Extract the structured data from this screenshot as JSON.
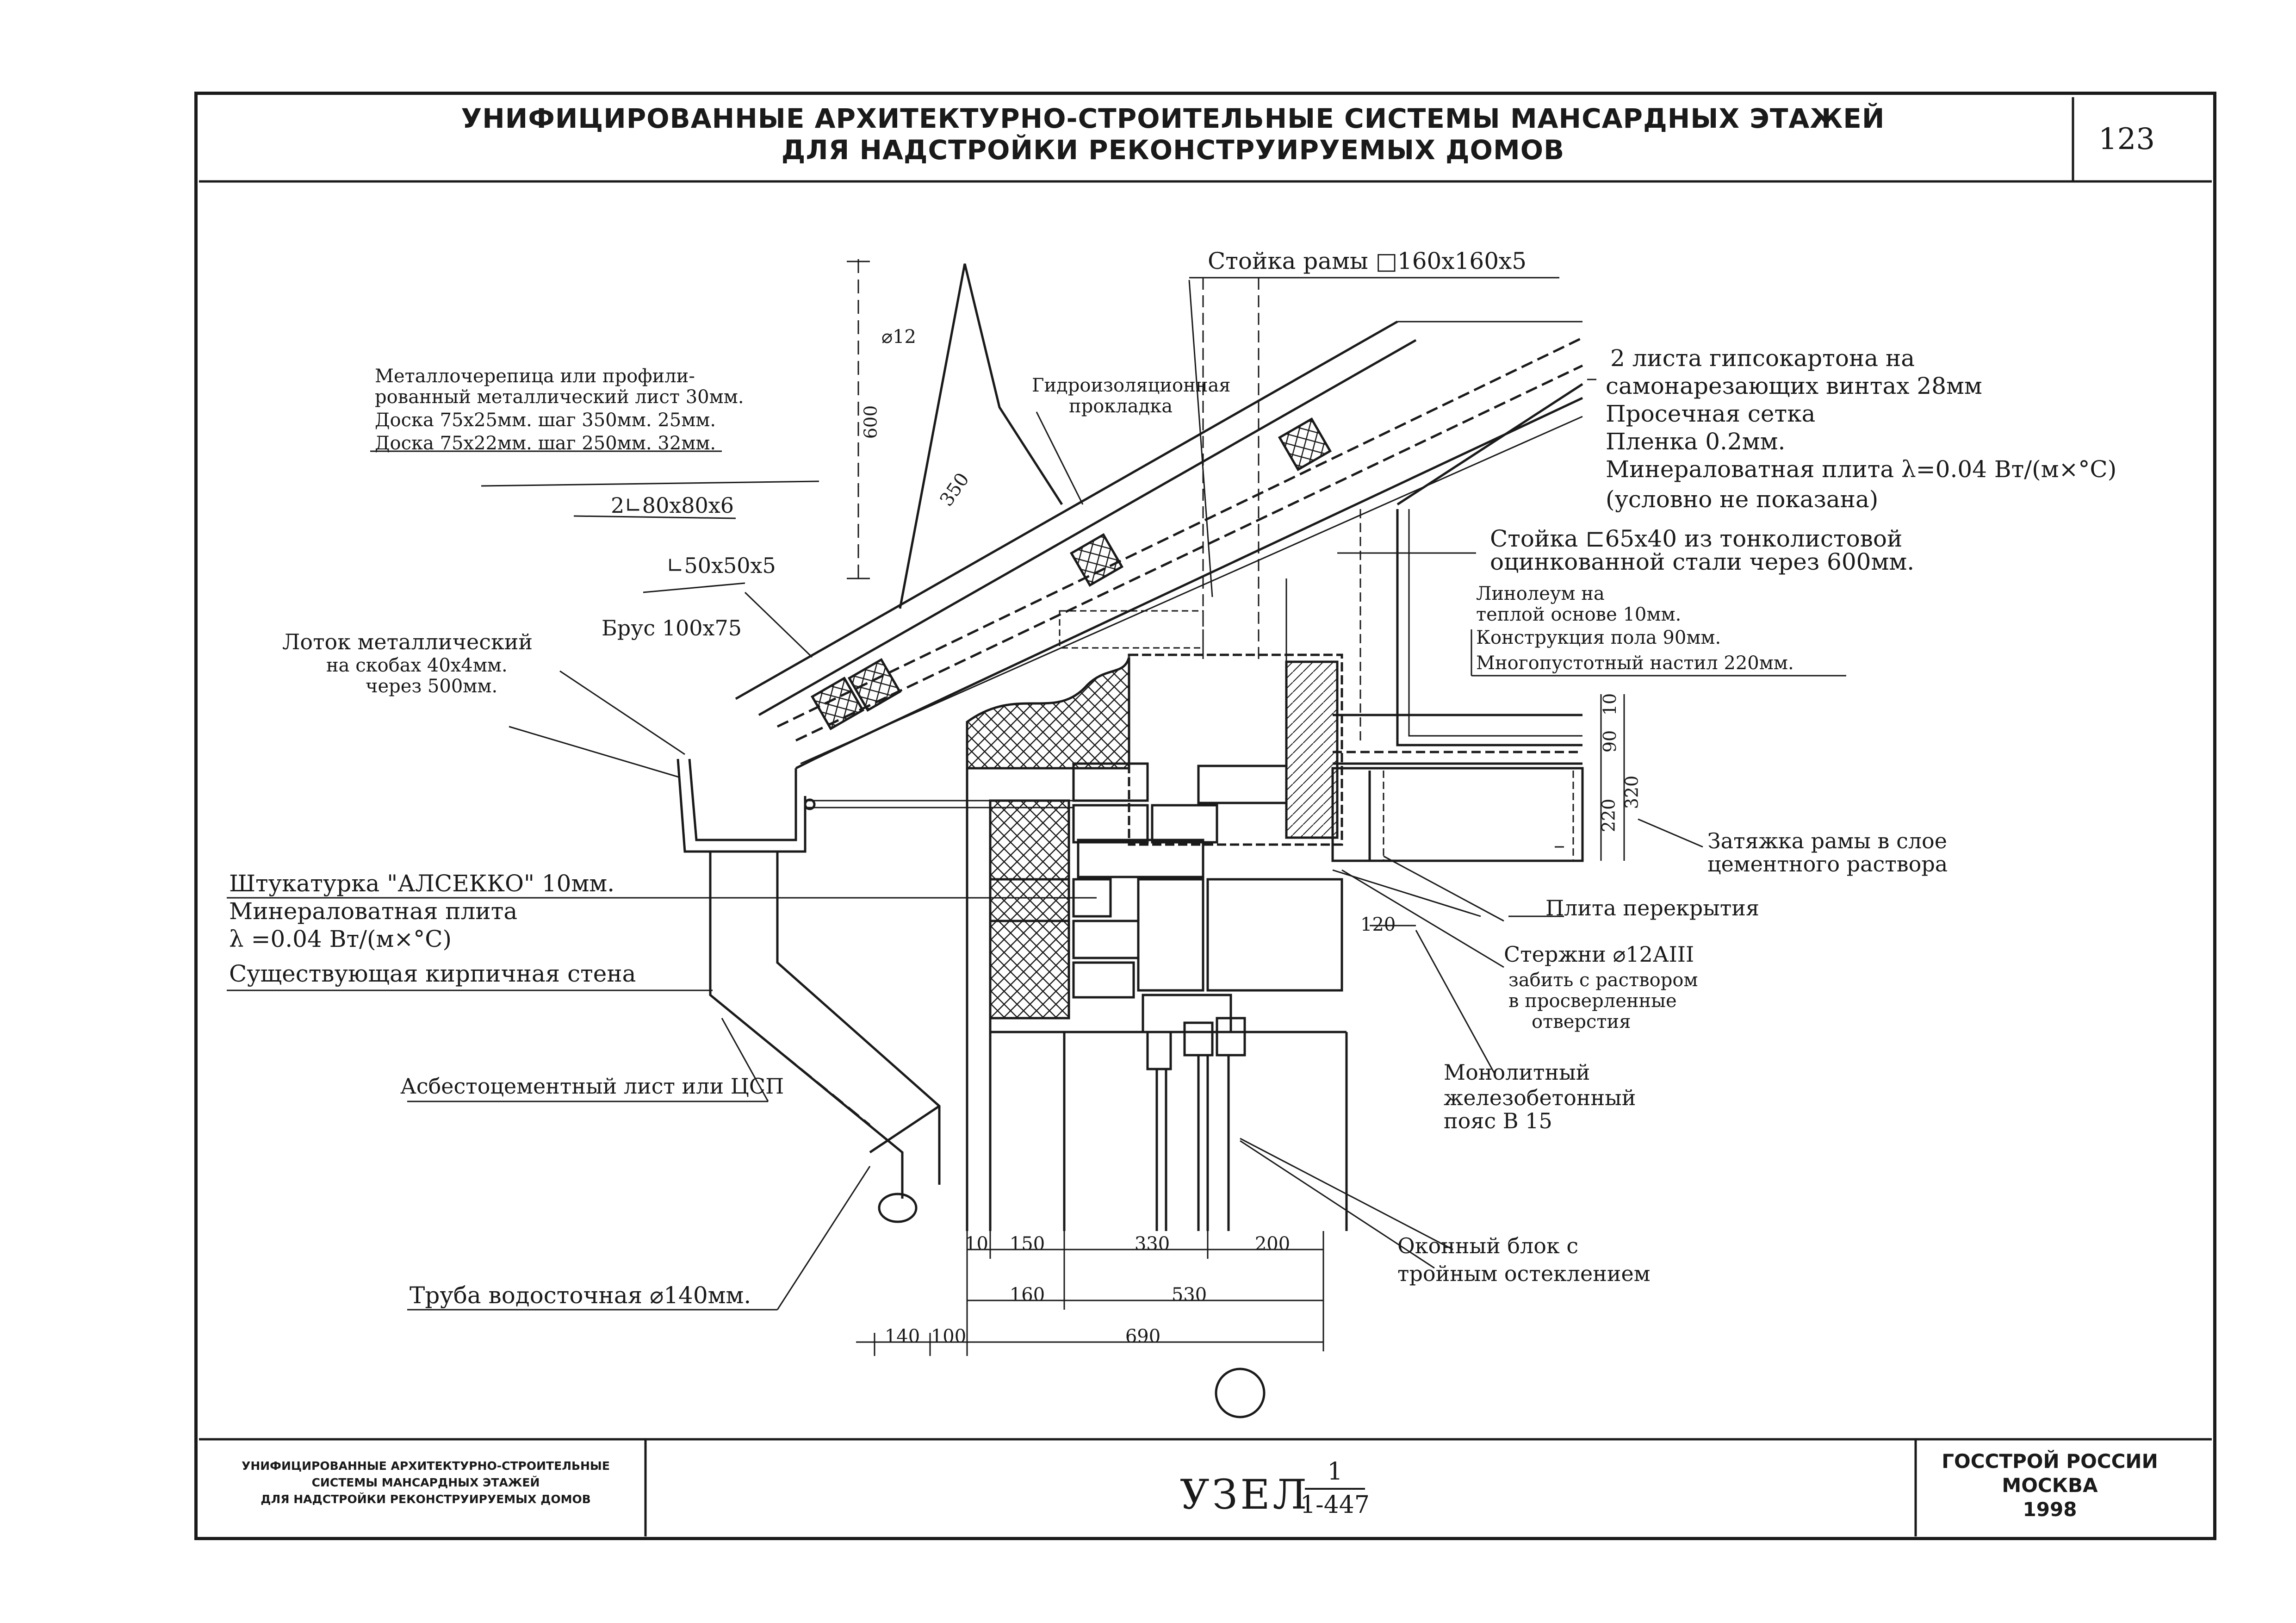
{
  "header": {
    "title_line1": "УНИФИЦИРОВАННЫЕ АРХИТЕКТУРНО-СТРОИТЕЛЬНЫЕ СИСТЕМЫ МАНСАРДНЫХ ЭТАЖЕЙ",
    "title_line2": "ДЛЯ НАДСТРОЙКИ РЕКОНСТРУИРУЕМЫХ ДОМОВ",
    "page_number": "123"
  },
  "labels": {
    "frame_post": "Стойка рамы □160х160х5",
    "diam12": "⌀12",
    "dim600": "600",
    "dim350": "350",
    "waterproof_1": "Гидроизоляционная",
    "waterproof_2": "прокладка",
    "roof_1": "Металлочерепица или профили-",
    "roof_2": "рованный металлический лист   30мм.",
    "roof_3": "Доска 75х25мм. шаг 350мм.      25мм.",
    "roof_4": "Доска 75х22мм. шаг 250мм.      32мм.",
    "angle_80": "2∟80х80х6",
    "angle_50": "∟50х50х5",
    "beam": "Брус 100х75",
    "gutter_1": "Лоток металлический",
    "gutter_2": "на скобах 40х4мм.",
    "gutter_3": "через 500мм.",
    "plaster": "Штукатурка \"АЛСЕККО\"      10мм.",
    "wool_1": "Минераловатная плита",
    "wool_2": "λ =0.04 Вт/(м×°С)",
    "existing_wall": "Существующая кирпичная стена",
    "asbestos": "Асбестоцементный лист или ЦСП",
    "downpipe": "Труба водосточная ⌀140мм.",
    "gypsum_1": "2 листа гипсокартона на",
    "gypsum_2": "самонарезающих винтах     28мм",
    "mesh": "Просечная сетка",
    "film": "Пленка                   0.2мм.",
    "wool_roof": "Минераловатная плита λ=0.04 Вт/(м×°С)",
    "not_shown": "(условно не показана)",
    "stud_1": "Стойка ⊏65х40 из тонколистовой",
    "stud_2": "оцинкованной стали через 600мм.",
    "lino_1": "Линолеум на",
    "lino_2": "теплой основе          10мм.",
    "floor": "Конструкция пола      90мм.",
    "slab_hollow": "Многопустотный настил  220мм.",
    "tie_1": "Затяжка рамы в слое",
    "tie_2": "цементного раствора",
    "slab": "Плита перекрытия",
    "rods_1": "Стержни ⌀12АIII",
    "rods_2": "забить с раствором",
    "rods_3": "в просверленные",
    "rods_4": "отверстия",
    "mono_1": "Монолитный",
    "mono_2": "железобетонный",
    "mono_3": "пояс В 15",
    "window_1": "Оконный блок с",
    "window_2": "тройным остеклением",
    "dim120": "120"
  },
  "dimensions": {
    "row1": [
      "10",
      "150",
      "330",
      "200"
    ],
    "row2": [
      "160",
      "530"
    ],
    "row3": [
      "140",
      "100",
      "690"
    ],
    "vert": [
      "10",
      "90",
      "220",
      "320"
    ]
  },
  "title_block": {
    "left_1": "УНИФИЦИРОВАННЫЕ АРХИТЕКТУРНО-СТРОИТЕЛЬНЫЕ",
    "left_2": "СИСТЕМЫ МАНСАРДНЫХ ЭТАЖЕЙ",
    "left_3": "ДЛЯ НАДСТРОЙКИ РЕКОНСТРУИРУЕМЫХ ДОМОВ",
    "node_label": "УЗЕЛ",
    "node_num": "1",
    "node_sheet": "1-447",
    "org_1": "ГОССТРОЙ РОССИИ",
    "org_2": "МОСКВА",
    "year": "1998"
  }
}
